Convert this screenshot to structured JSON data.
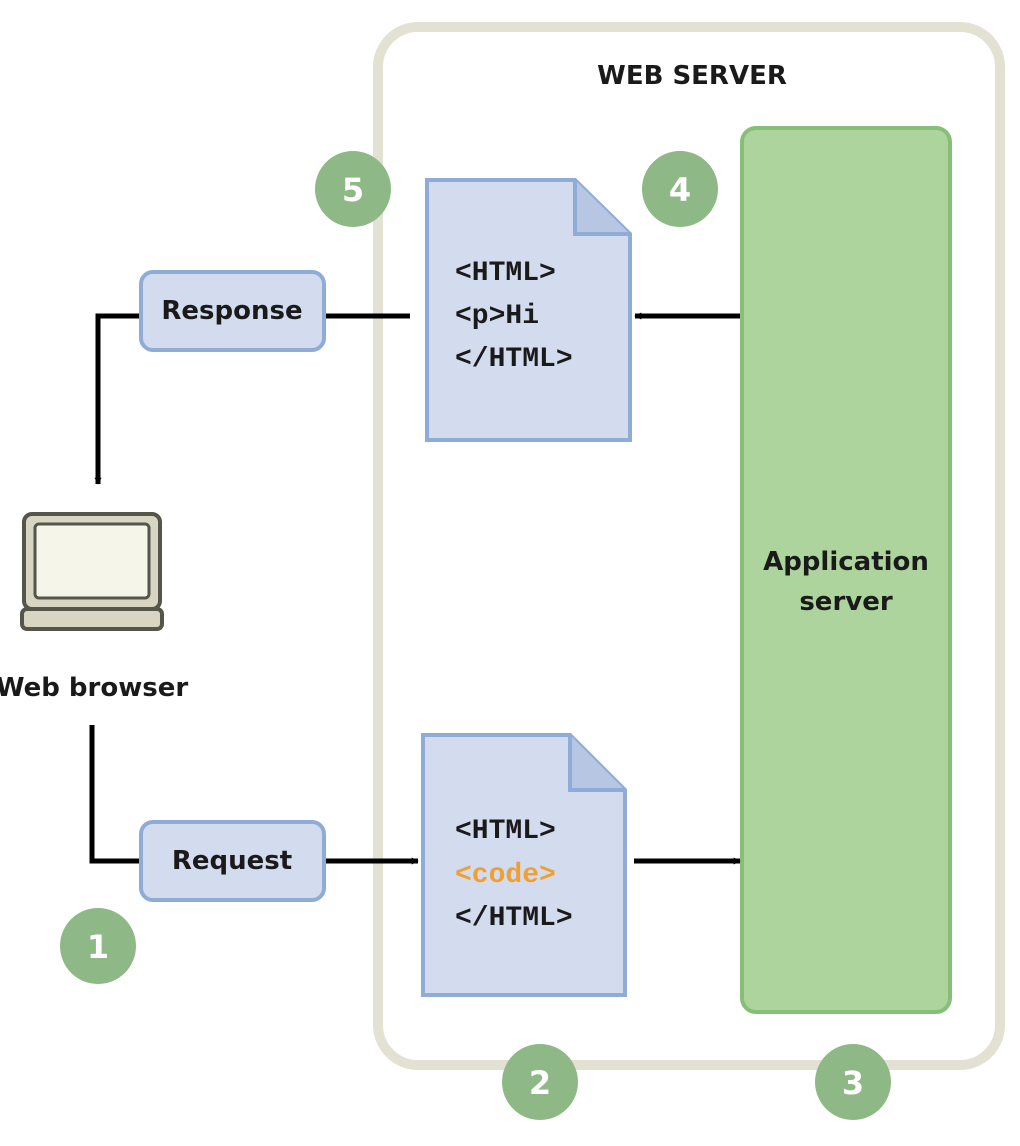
{
  "server": {
    "title": "WEB SERVER"
  },
  "app_server": {
    "line1": "Application",
    "line2": "server"
  },
  "browser": {
    "label": "Web browser"
  },
  "response": {
    "label": "Response"
  },
  "request": {
    "label": "Request"
  },
  "response_doc": {
    "line1": "<HTML>",
    "line2": "<p>Hi",
    "line3": "</HTML>"
  },
  "request_doc": {
    "line1": "<HTML>",
    "line2": "<code>",
    "line3": "</HTML>"
  },
  "steps": {
    "s1": "1",
    "s2": "2",
    "s3": "3",
    "s4": "4",
    "s5": "5"
  },
  "colors": {
    "server_border": "#e3e2d2",
    "app_fill": "#acd49c",
    "app_border": "#88bf78",
    "doc_fill": "#d2dcee",
    "doc_border": "#8facd6",
    "step_circle": "#8eb885",
    "code_highlight": "#f0a030",
    "arrow": "#000000"
  }
}
